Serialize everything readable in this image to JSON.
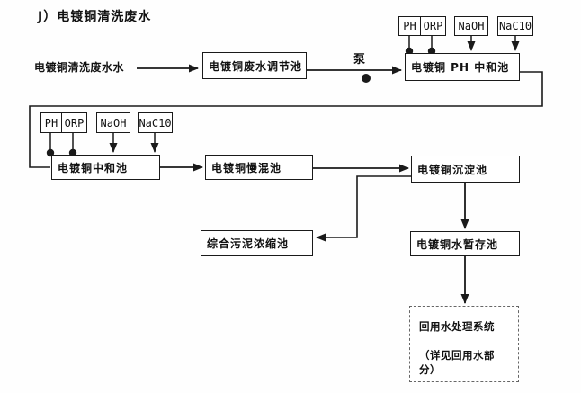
{
  "title": "J）电镀铜清洗废水",
  "labels": {
    "inflow": "电镀铜清洗废水水",
    "pump": "泵"
  },
  "reagents": {
    "ph": "PH",
    "orp": "ORP",
    "naoh": "NaOH",
    "naclo": "NaC10"
  },
  "nodes": {
    "adjust": "电镀铜废水调节池",
    "ph_neutral": "电镀铜 PH 中和池",
    "neutral": "电镀铜中和池",
    "slow_mix": "电镀铜慢混池",
    "sediment": "电镀铜沉淀池",
    "sludge": "综合污泥浓缩池",
    "storage": "电镀铜水暂存池",
    "reuse_title": "回用水处理系统",
    "reuse_note": "（详见回用水部分）"
  },
  "colors": {
    "line": "#1a1a1a",
    "box_border": "#1a1a1a",
    "background": "#ffffff"
  }
}
